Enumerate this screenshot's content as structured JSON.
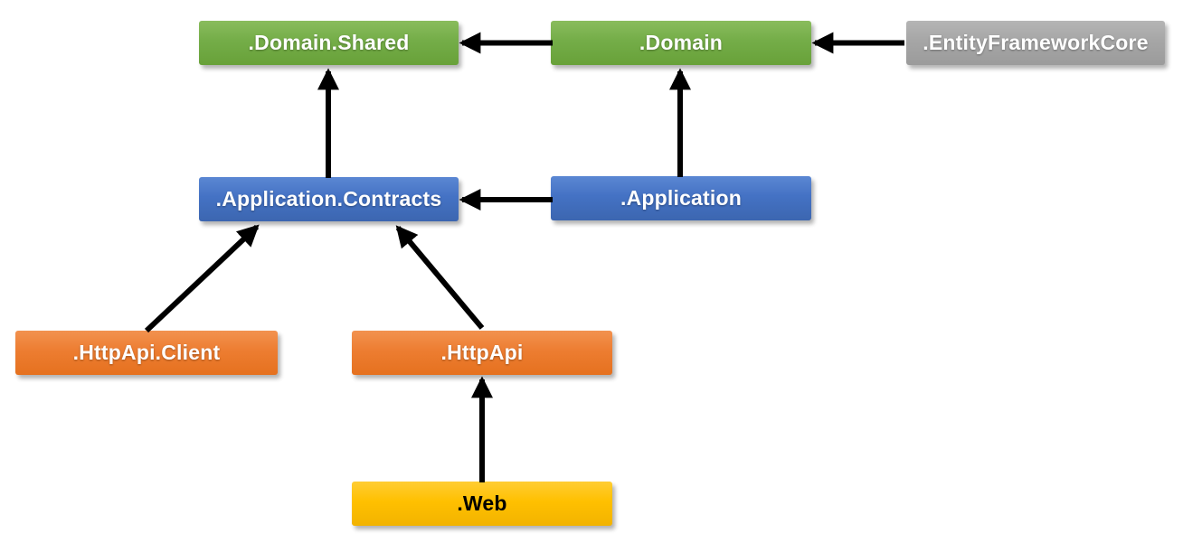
{
  "diagram": {
    "type": "dependency-graph",
    "nodes": [
      {
        "id": "domain-shared",
        "label": ".Domain.Shared",
        "color_key": "green"
      },
      {
        "id": "domain",
        "label": ".Domain",
        "color_key": "green"
      },
      {
        "id": "entityframeworkcore",
        "label": ".EntityFrameworkCore",
        "color_key": "gray"
      },
      {
        "id": "application-contracts",
        "label": ".Application.Contracts",
        "color_key": "blue"
      },
      {
        "id": "application",
        "label": ".Application",
        "color_key": "blue"
      },
      {
        "id": "httpapi-client",
        "label": ".HttpApi.Client",
        "color_key": "orange"
      },
      {
        "id": "httpapi",
        "label": ".HttpApi",
        "color_key": "orange"
      },
      {
        "id": "web",
        "label": ".Web",
        "color_key": "yellow"
      }
    ],
    "edges": [
      {
        "from": ".Domain",
        "to": ".Domain.Shared"
      },
      {
        "from": ".EntityFrameworkCore",
        "to": ".Domain"
      },
      {
        "from": ".Application.Contracts",
        "to": ".Domain.Shared"
      },
      {
        "from": ".Application",
        "to": ".Domain"
      },
      {
        "from": ".Application",
        "to": ".Application.Contracts"
      },
      {
        "from": ".HttpApi.Client",
        "to": ".Application.Contracts"
      },
      {
        "from": ".HttpApi",
        "to": ".Application.Contracts"
      },
      {
        "from": ".Web",
        "to": ".HttpApi"
      }
    ],
    "colors": {
      "green": "#70ad47",
      "blue": "#4472c4",
      "orange": "#ed7d31",
      "yellow": "#ffc000",
      "gray": "#a6a6a6",
      "arrow": "#000000",
      "background": "#ffffff"
    }
  }
}
